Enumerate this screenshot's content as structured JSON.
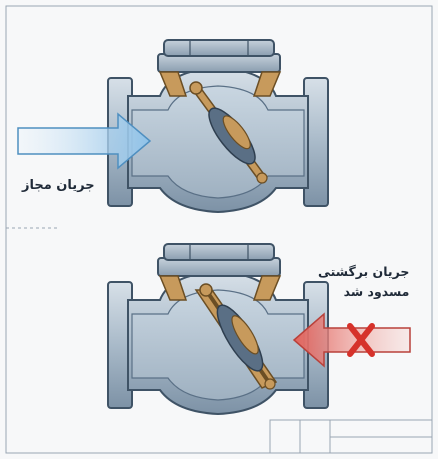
{
  "labels": {
    "allowed_flow": "جریان مجاز",
    "blocked_flow_line1": "جریان برگشتی",
    "blocked_flow_line2": "مسدود شد"
  },
  "colors": {
    "body": "#b9c7d4",
    "body_dark": "#7f95a9",
    "outline": "#3f5366",
    "brass": "#c79a5c",
    "forward_arrow": "#9cc9ea",
    "reverse_arrow": "#e2625b",
    "blocked_x": "#d6322b",
    "frame": "#9aa6b2"
  },
  "icons": {
    "forward": "flow-arrow-right-icon",
    "reverse": "flow-arrow-left-icon",
    "blocked": "blocked-x-icon"
  }
}
